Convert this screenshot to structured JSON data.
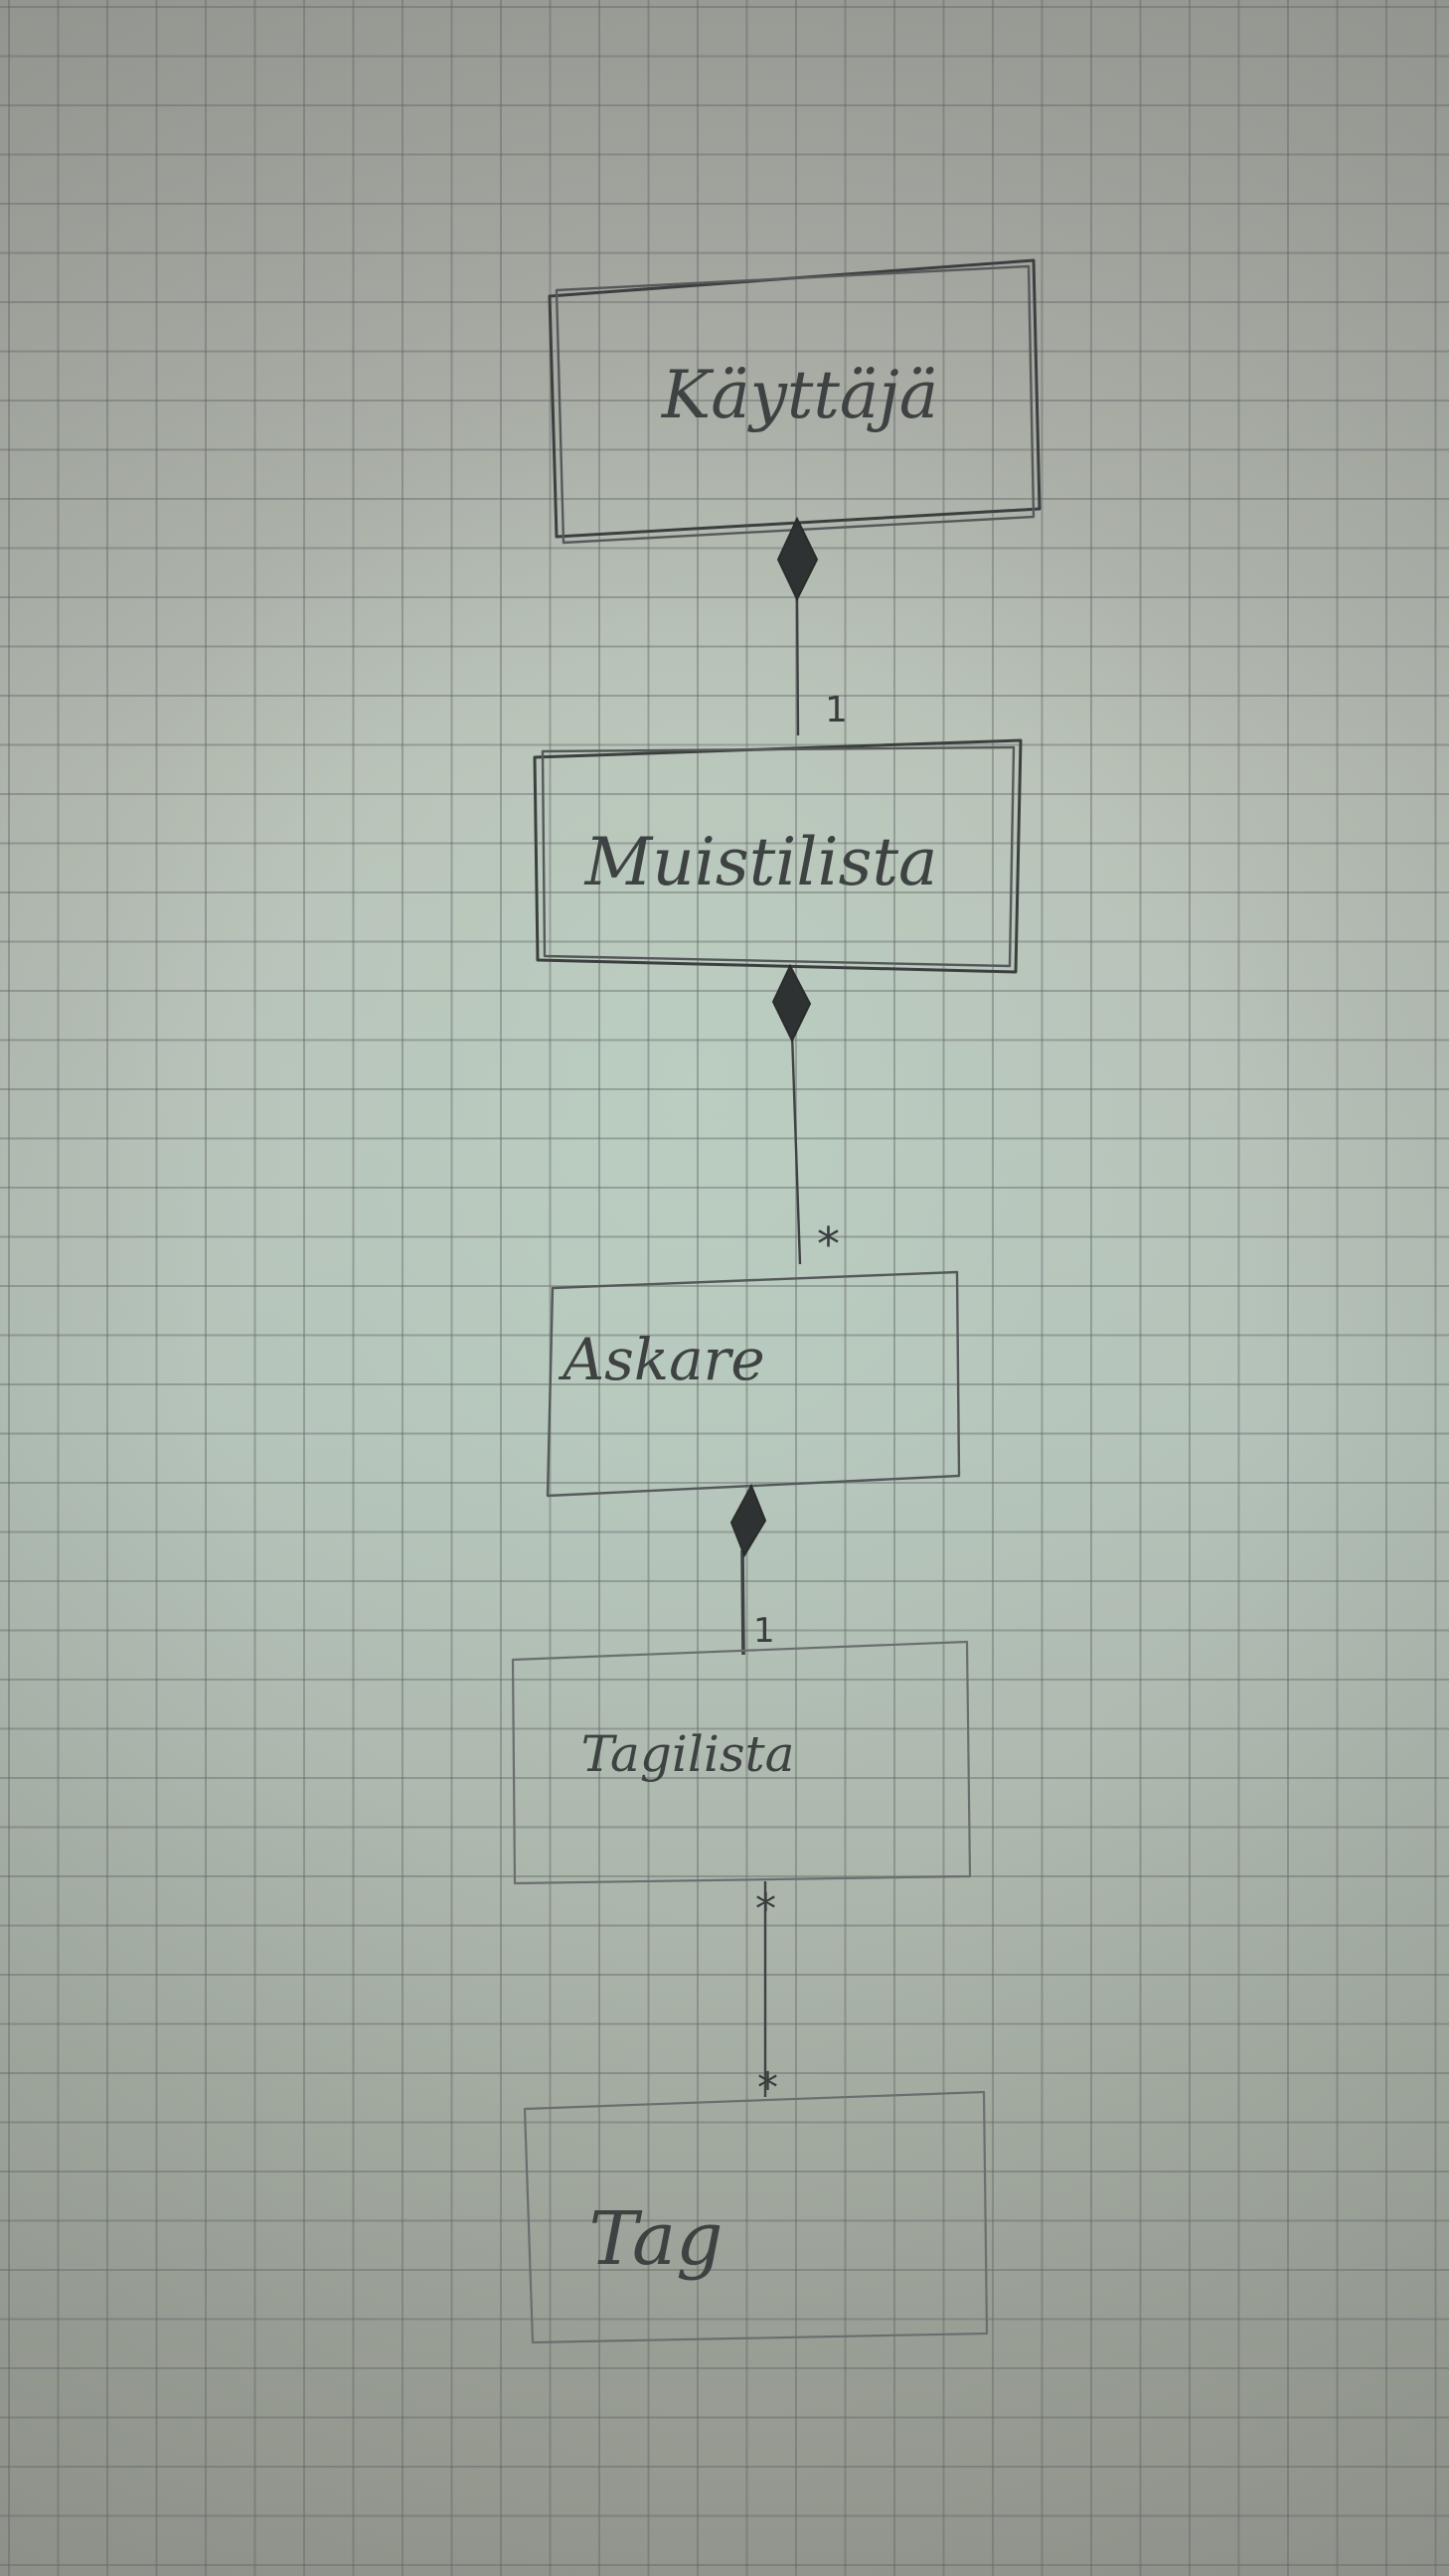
{
  "diagram": {
    "classes": [
      {
        "id": "kayttaja",
        "label": "Käyttäjä"
      },
      {
        "id": "muistilista",
        "label": "Muistilista"
      },
      {
        "id": "askare",
        "label": "Askare"
      },
      {
        "id": "tagilista",
        "label": "Tagilista"
      },
      {
        "id": "tag",
        "label": "Tag"
      }
    ],
    "relations": [
      {
        "from": "kayttaja",
        "to": "muistilista",
        "type": "composition",
        "multiplicity_part": "1"
      },
      {
        "from": "muistilista",
        "to": "askare",
        "type": "composition",
        "multiplicity_part": "*"
      },
      {
        "from": "askare",
        "to": "tagilista",
        "type": "composition",
        "multiplicity_part": "1"
      },
      {
        "from": "tagilista",
        "to": "tag",
        "type": "association",
        "multiplicity_whole": "*",
        "multiplicity_part": "*"
      }
    ],
    "colors": {
      "pencil": "#3c3f3f",
      "paper": "#b5c3ba",
      "grid": "#5f6464"
    }
  }
}
